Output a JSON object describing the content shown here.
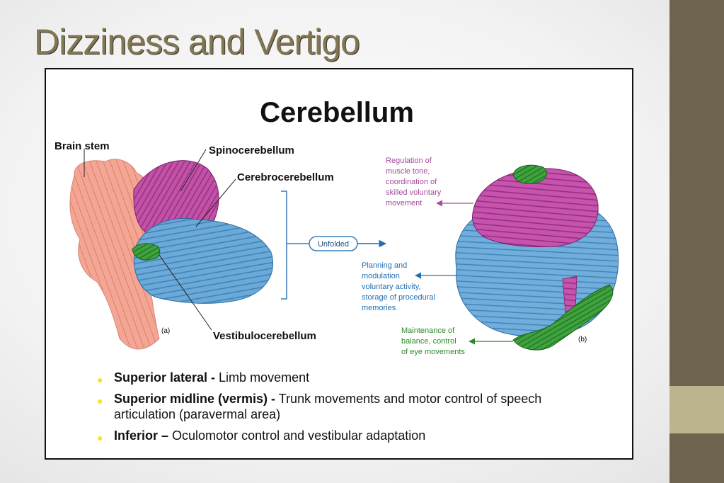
{
  "slide": {
    "title": "Dizziness and Vertigo"
  },
  "figure": {
    "heading": "Cerebellum",
    "labels": {
      "brain_stem": "Brain stem",
      "spinocerebellum": "Spinocerebellum",
      "cerebrocerebellum": "Cerebrocerebellum",
      "vestibulocerebellum": "Vestibulocerebellum",
      "panel_a": "(a)",
      "panel_b": "(b)",
      "unfolded": "Unfolded"
    },
    "annotations": {
      "regulation": [
        "Regulation of",
        "muscle tone,",
        "coordination of",
        "skilled voluntary",
        "movement"
      ],
      "planning": [
        "Planning and",
        "modulation",
        "voluntary activity,",
        "storage of procedural",
        "memories"
      ],
      "maintenance": [
        "Maintenance of",
        "balance, control",
        "of eye movements"
      ]
    },
    "colors": {
      "spinocerebellum": "#b43f9a",
      "cerebrocerebellum": "#5aa0d2",
      "vestibulocerebellum": "#2d8a2d",
      "brain_stem": "#f2a090",
      "regulation_text": "#a54c9c",
      "planning_text": "#1e6fb4",
      "maintenance_text": "#2a8a2a"
    }
  },
  "bullets": [
    {
      "bold": "Superior lateral -",
      "text": " Limb movement"
    },
    {
      "bold": "Superior midline (vermis) -",
      "text": " Trunk movements and motor control of speech articulation (paravermal area)"
    },
    {
      "bold": "Inferior –",
      "text": " Oculomotor control and vestibular adaptation"
    }
  ],
  "theme": {
    "title_color": "#827755",
    "sidebar_color": "#6e634c",
    "sidebar_accent": "#bcb48e",
    "bullet_color": "#f1e81a"
  }
}
